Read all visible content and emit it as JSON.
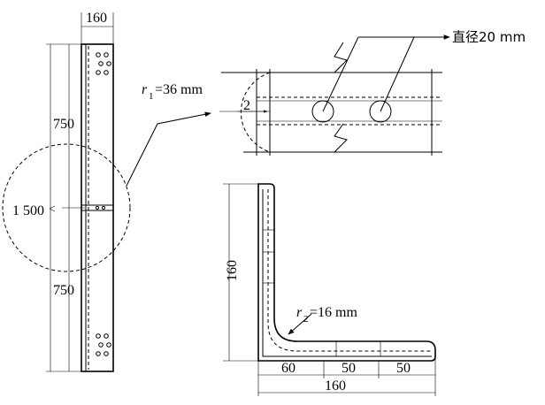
{
  "column_view": {
    "width_label": "160",
    "upper_length_label": "750",
    "total_length_label": "1 500",
    "lower_length_label": "750"
  },
  "detail_view": {
    "radius_label_symbol": "r",
    "radius_label_sub": "1",
    "radius_label_value": "=36 mm",
    "section_marker": "2",
    "hole_label": "直径20 mm"
  },
  "angle_section": {
    "height_label": "160",
    "radius_label_symbol": "r",
    "radius_label_sub": "2",
    "radius_label_value": "=16 mm",
    "seg1_label": "60",
    "seg2_label": "50",
    "seg3_label": "50",
    "total_width_label": "160"
  }
}
